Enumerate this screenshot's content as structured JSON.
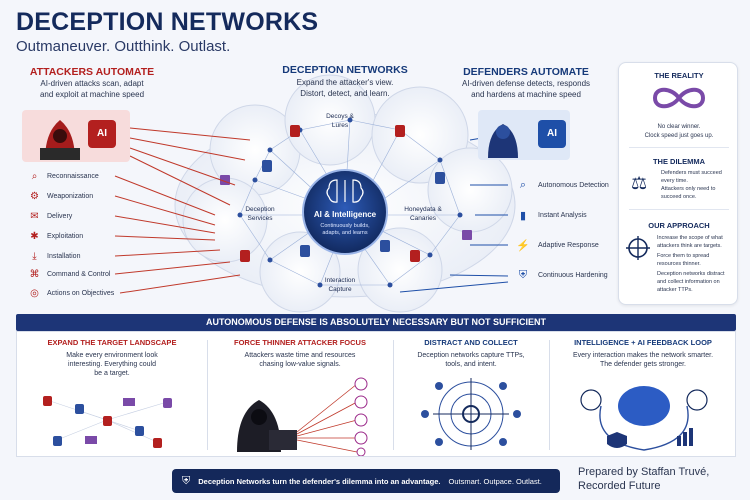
{
  "title": "DECEPTION NETWORKS",
  "subtitle": "Outmaneuver. Outthink. Outlast.",
  "attackers": {
    "heading": "ATTACKERS AUTOMATE",
    "text_line1": "AI-driven attacks scan, adapt",
    "text_line2": "and exploit at machine speed",
    "ai_badge": "AI",
    "steps": [
      {
        "label": "Reconnaissance",
        "icon": "magnifier-icon"
      },
      {
        "label": "Weaponization",
        "icon": "gear-icon"
      },
      {
        "label": "Delivery",
        "icon": "envelope-icon"
      },
      {
        "label": "Exploitation",
        "icon": "bug-icon"
      },
      {
        "label": "Installation",
        "icon": "download-icon"
      },
      {
        "label": "Command & Control",
        "icon": "network-icon"
      },
      {
        "label": "Actions on Objectives",
        "icon": "target-icon"
      }
    ]
  },
  "deception": {
    "heading": "DECEPTION NETWORKS",
    "text_line1": "Expand the attacker's view.",
    "text_line2": "Distort, detect, and learn.",
    "core_title": "AI & Intelligence",
    "core_line1": "Continuously builds,",
    "core_line2": "adapts, and learns",
    "decoys_line1": "Decoys &",
    "decoys_line2": "Lures",
    "services_line1": "Deception",
    "services_line2": "Services",
    "honey_line1": "Honeydata &",
    "honey_line2": "Canaries",
    "capture_line1": "Interaction",
    "capture_line2": "Capture"
  },
  "defenders": {
    "heading": "DEFENDERS AUTOMATE",
    "text_line1": "AI-driven defense detects, responds",
    "text_line2": "and hardens at machine speed",
    "ai_badge": "AI",
    "steps": [
      {
        "label": "Autonomous Detection",
        "icon": "magnifier-icon"
      },
      {
        "label": "Instant Analysis",
        "icon": "bar-chart-icon"
      },
      {
        "label": "Adaptive Response",
        "icon": "lightning-icon"
      },
      {
        "label": "Continuous Hardening",
        "icon": "shield-check-icon"
      }
    ]
  },
  "side_panel": {
    "reality_heading": "THE REALITY",
    "reality_line1": "No clear winner.",
    "reality_line2": "Clock speed just goes up.",
    "dilemma_heading": "THE DILEMMA",
    "dilemma_line1": "Defenders must succeed",
    "dilemma_line2": "every time.",
    "dilemma_line3": "Attackers only need to",
    "dilemma_line4": "succeed once.",
    "approach_heading": "OUR APPROACH",
    "approach_line1": "Increase the scope of what",
    "approach_line2": "attackers think are targets.",
    "approach_line3": "Force them to spread",
    "approach_line4": "resources thinner.",
    "approach_line5": "Deception networks distract",
    "approach_line6": "and collect information on",
    "approach_line7": "attacker TTPs."
  },
  "banner": "AUTONOMOUS DEFENSE IS ABSOLUTELY NECESSARY BUT NOT SUFFICIENT",
  "columns": [
    {
      "heading": "EXPAND THE TARGET LANDSCAPE",
      "line1": "Make every environment look",
      "line2": "interesting. Everything could",
      "line3": "be a target."
    },
    {
      "heading": "FORCE THINNER ATTACKER FOCUS",
      "line1": "Attackers waste time and resources",
      "line2": "chasing low-value signals.",
      "line3": ""
    },
    {
      "heading": "DISTRACT AND COLLECT",
      "line1": "Deception networks capture TTPs,",
      "line2": "tools, and intent.",
      "line3": ""
    },
    {
      "heading": "INTELLIGENCE + AI FEEDBACK LOOP",
      "line1": "Every interaction makes the network smarter.",
      "line2": "The defender gets stronger.",
      "line3": ""
    }
  ],
  "footer": {
    "bold": "Deception Networks turn the defender's dilemma into an advantage.",
    "tail": "Outsmart. Outpace. Outlast."
  },
  "credit": {
    "line1": "Prepared by Staffan Truvé,",
    "line2": "Recorded Future"
  },
  "colors": {
    "red": "#b3201f",
    "navy": "#163a7a",
    "blue": "#1e4fa8",
    "banner": "#1d3577"
  }
}
